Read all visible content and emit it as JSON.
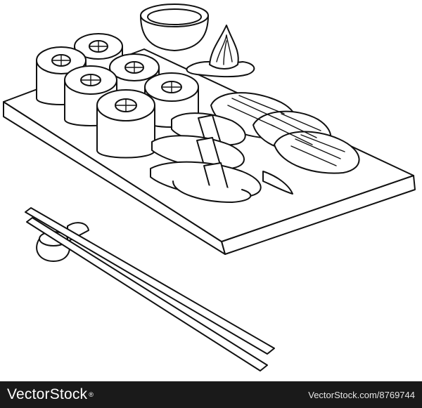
{
  "image": {
    "subject": "coloring-page-line-art",
    "line_color": "#111111",
    "background_color": "#ffffff"
  },
  "footer": {
    "brand_text": "VectorStock",
    "registered_mark": "®",
    "stock_id": "VectorStock.com/8769744",
    "bar_color": "#1a1a1a"
  }
}
